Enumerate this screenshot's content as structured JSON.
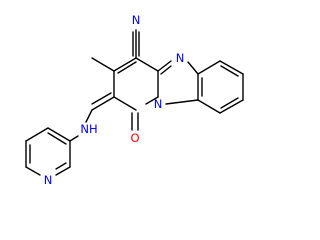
{
  "structure": {
    "atoms": {
      "nitrile_n": "N",
      "nitrile_c": "C",
      "imidazole_n": "N",
      "bridge_n": "N",
      "carbonyl_o": "O",
      "amine_nh": "NH",
      "pyridine_n": "N"
    },
    "colors": {
      "bond": "#000000",
      "nitrogen": "#0000ff",
      "oxygen": "#ff0000",
      "background": "#ffffff"
    }
  }
}
